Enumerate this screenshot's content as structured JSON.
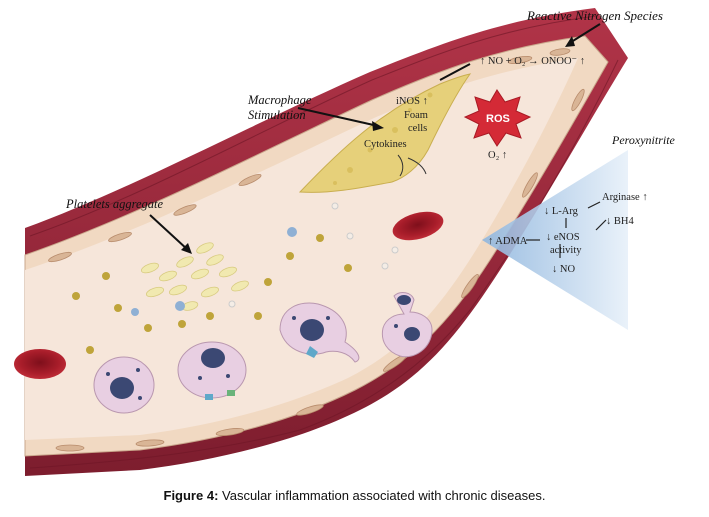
{
  "labels": {
    "reactive_nitrogen_species": "Reactive Nitrogen Species",
    "macrophage_stimulation_1": "Macrophage",
    "macrophage_stimulation_2": "Stimulation",
    "platelets_aggregate": "Platelets aggregate",
    "peroxynitrite": "Peroxynitrite"
  },
  "vessel_text": {
    "reaction": "↑ NO + O₂ → ONOO⁻ ↑",
    "inos": "iNOS ↑",
    "foam_1": "Foam",
    "foam_2": "cells",
    "cytokines": "Cytokines",
    "ros": "ROS",
    "o2": "O₂ ↑"
  },
  "pathway": {
    "arginase": "Arginase ↑",
    "l_arg": "↓ L-Arg",
    "bh4": "↓ BH4",
    "adma": "↑ ADMA",
    "enos_1": "↓ eNOS",
    "enos_2": "activity",
    "no": "↓ NO"
  },
  "caption": {
    "label": "Figure 4:",
    "text": " Vascular inflammation associated with chronic diseases."
  },
  "colors": {
    "vessel_wall": "#9c2b3d",
    "vessel_wall_dark": "#7d1d2e",
    "endothelium": "#f1d9c2",
    "lumen": "#f6e6da",
    "plaque": "#e6d07a",
    "red_cell": "#a81d2a",
    "ros_star": "#d42a36",
    "pathway_fill": "#bcd5ec",
    "leukocyte": "#e8cfe2",
    "nucleus": "#3b4873",
    "platelet": "#f1e9b0"
  }
}
